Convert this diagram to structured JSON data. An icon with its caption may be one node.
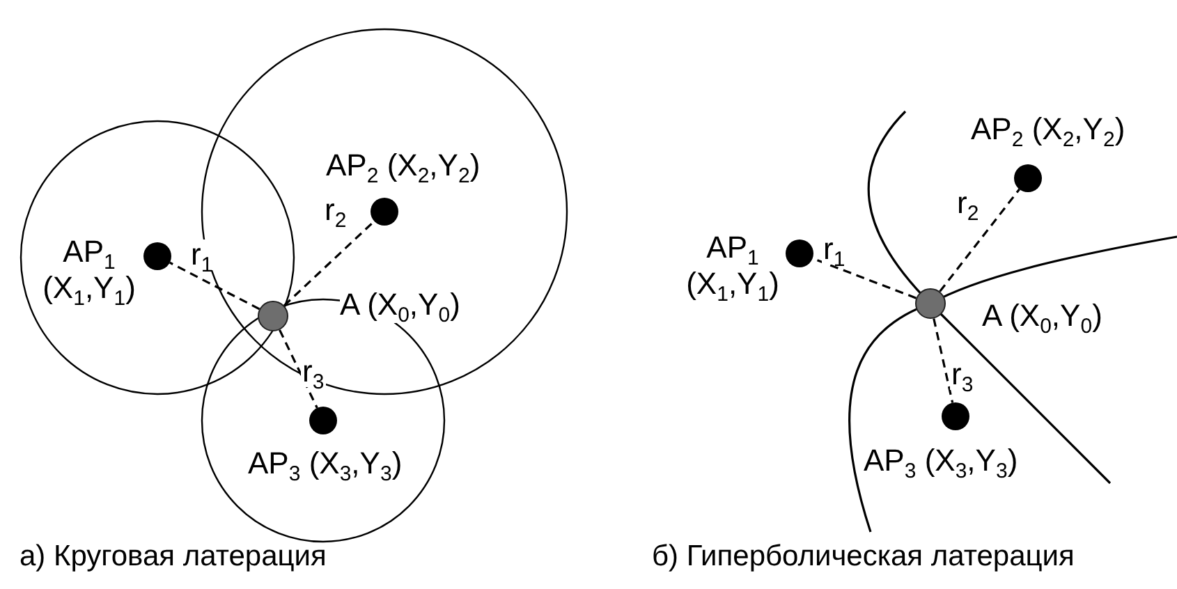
{
  "diagram": {
    "nodes": [
      {
        "text": [],
        "shape": "circle",
        "beside": [
          "AP$_{1}$ (X$_{1}$,Y$_{1}$)"
        ]
      },
      {
        "text": [],
        "shape": "circle",
        "beside": [
          "AP$_{2}$ (X$_{2}$,Y$_{2}$)"
        ]
      },
      {
        "text": [],
        "shape": "circle",
        "beside": [
          "A (X$_{0}$,Y$_{0}$)"
        ]
      },
      {
        "text": [],
        "shape": "circle",
        "beside": [
          "AP$_{3}$ (X$_{3}$,Y$_{3}$)"
        ]
      },
      {
        "text": [],
        "shape": "circle",
        "beside": [
          "AP$_{1}$ (X$_{1}$,Y$_{1}$)"
        ]
      },
      {
        "text": [],
        "shape": "circle",
        "beside": [
          "AP$_{2}$ (X$_{2}$,Y$_{2}$)"
        ]
      },
      {
        "text": [],
        "shape": "circle",
        "beside": [
          "A (X$_{0}$,Y$_{0}$)"
        ]
      },
      {
        "text": [],
        "shape": "circle",
        "beside": [
          "AP$_{3}$ (X$_{3}$,Y$_{3}$)"
        ]
      }
    ],
    "edges": [
      {
        "from": 2,
        "to": 0,
        "arrow": "none",
        "label": "r$_{1}$",
        "style": "dashed"
      },
      {
        "from": 2,
        "to": 1,
        "arrow": "none",
        "label": "r$_{2}$",
        "style": "dashed"
      },
      {
        "from": 2,
        "to": 3,
        "arrow": "none",
        "label": "r$_{3}$",
        "style": "dashed"
      },
      {
        "from": 6,
        "to": 4,
        "arrow": "none",
        "label": "r$_{1}$",
        "style": "dashed"
      },
      {
        "from": 6,
        "to": 5,
        "arrow": "none",
        "label": "r$_{2}$",
        "style": "dashed"
      },
      {
        "from": 6,
        "to": 7,
        "arrow": "none",
        "label": "r$_{3}$",
        "style": "dashed"
      }
    ],
    "labels": [
      "а) Круговая латерация",
      "б) Гиперболическая латерация"
    ]
  }
}
